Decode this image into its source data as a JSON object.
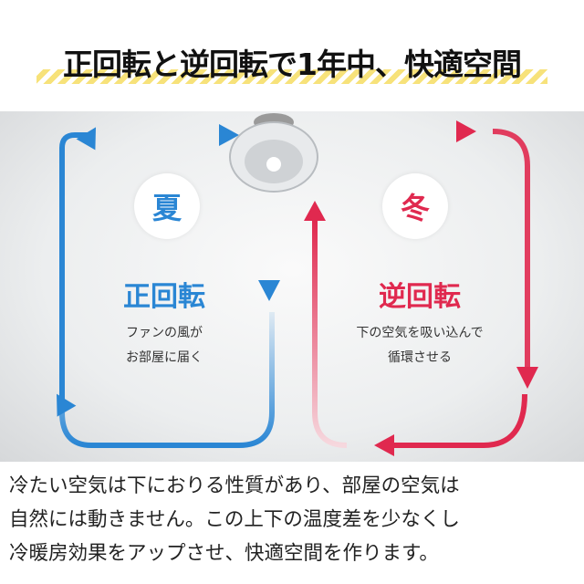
{
  "title": "正回転と逆回転で1年中、快適空間",
  "summer": {
    "badge": "夏",
    "mode": "正回転",
    "desc": [
      "ファンの風が",
      "お部屋に届く"
    ],
    "color": "#2a86d4"
  },
  "winter": {
    "badge": "冬",
    "mode": "逆回転",
    "desc": [
      "下の空気を吸い込んで",
      "循環させる"
    ],
    "color": "#e0294f"
  },
  "body": [
    "冷たい空気は下におりる性質があり、部屋の空気は",
    "自然には動きません。この上下の温度差を少なくし",
    "冷暖房効果をアップさせ、快適空間を作ります。"
  ]
}
